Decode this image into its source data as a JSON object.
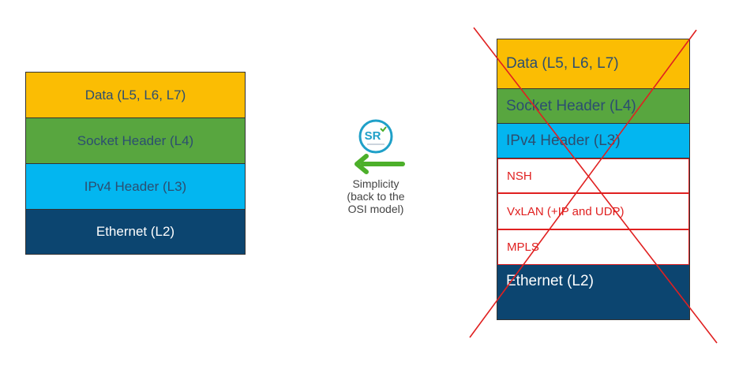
{
  "left_stack": {
    "layers": [
      {
        "label": "Data (L5, L6, L7)"
      },
      {
        "label": "Socket Header (L4)"
      },
      {
        "label": "IPv4 Header (L3)"
      },
      {
        "label": "Ethernet (L2)"
      }
    ]
  },
  "right_stack": {
    "layers": [
      {
        "label": "Data (L5, L6, L7)"
      },
      {
        "label": "Socket Header (L4)"
      },
      {
        "label": "IPv4 Header (L3)"
      },
      {
        "label": "NSH"
      },
      {
        "label": "VxLAN (+IP and UDP)"
      },
      {
        "label": "MPLS"
      },
      {
        "label": "Ethernet (L2)"
      }
    ],
    "crossed_out": true
  },
  "center": {
    "logo_text": "SR",
    "caption_lines": [
      "Simplicity",
      "(back to the",
      "OSI model)"
    ],
    "arrow_direction": "left"
  },
  "colors": {
    "data": "#fbbd03",
    "socket": "#58a63f",
    "ipv4": "#03b6f0",
    "ethernet": "#0c4570",
    "cross": "#e02020",
    "arrow": "#4caf2a"
  }
}
